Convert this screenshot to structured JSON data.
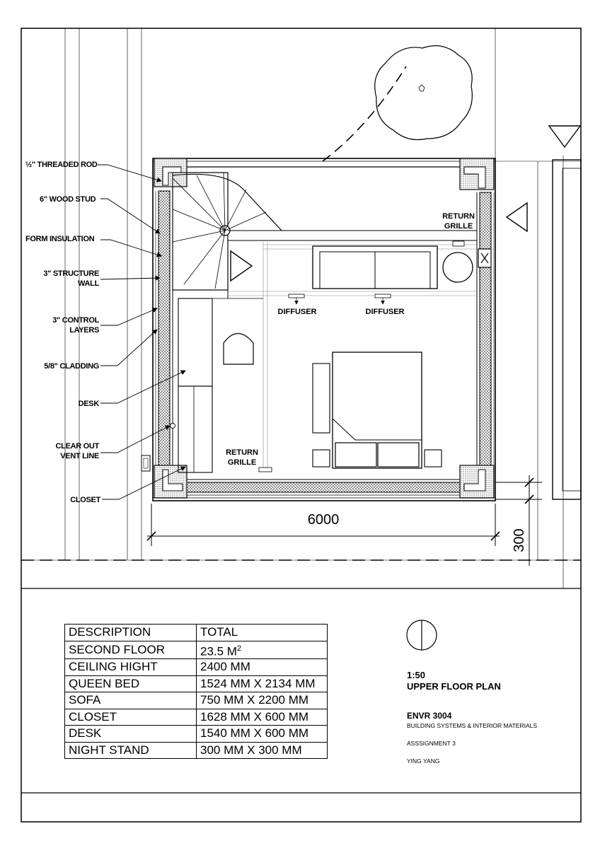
{
  "callouts": {
    "threaded_rod": "½\" THREADED ROD",
    "wood_stud": "6\" WOOD STUD",
    "form_insulation": "FORM INSULATION",
    "structure_wall_1": "3\" STRUCTURE",
    "structure_wall_2": "WALL",
    "control_layers_1": "3\" CONTROL",
    "control_layers_2": "LAYERS",
    "cladding": "5/8\" CLADDING",
    "desk": "DESK",
    "vent_line_1": "CLEAR OUT",
    "vent_line_2": "VENT LINE",
    "closet": "CLOSET"
  },
  "room_labels": {
    "return_grille_top_1": "RETURN",
    "return_grille_top_2": "GRILLE",
    "diffuser_1": "DIFFUSER",
    "diffuser_2": "DIFFUSER",
    "return_grille_bottom_1": "RETURN",
    "return_grille_bottom_2": "GRILLE"
  },
  "dimensions": {
    "width": "6000",
    "offset": "300"
  },
  "schedule": {
    "header": [
      "DESCRIPTION",
      "TOTAL"
    ],
    "rows": [
      [
        "SECOND FLOOR",
        "23.5 M",
        "2"
      ],
      [
        "CEILING HIGHT",
        "2400 MM"
      ],
      [
        "QUEEN BED",
        "1524 MM X 2134 MM"
      ],
      [
        "SOFA",
        "750 MM X 2200 MM"
      ],
      [
        "CLOSET",
        "1628 MM X 600 MM"
      ],
      [
        "DESK",
        "1540 MM X 600 MM"
      ],
      [
        "NIGHT STAND",
        "300 MM X 300 MM"
      ]
    ]
  },
  "title_block": {
    "scale": "1:50",
    "drawing_title": "UPPER FLOOR  PLAN",
    "course_code": "ENVR 3004",
    "course_name": "BUILDING SYSTEMS & INTERIOR MATERIALS",
    "assignment": "ASSSIGNMENT 3",
    "author": "YING YANG"
  }
}
